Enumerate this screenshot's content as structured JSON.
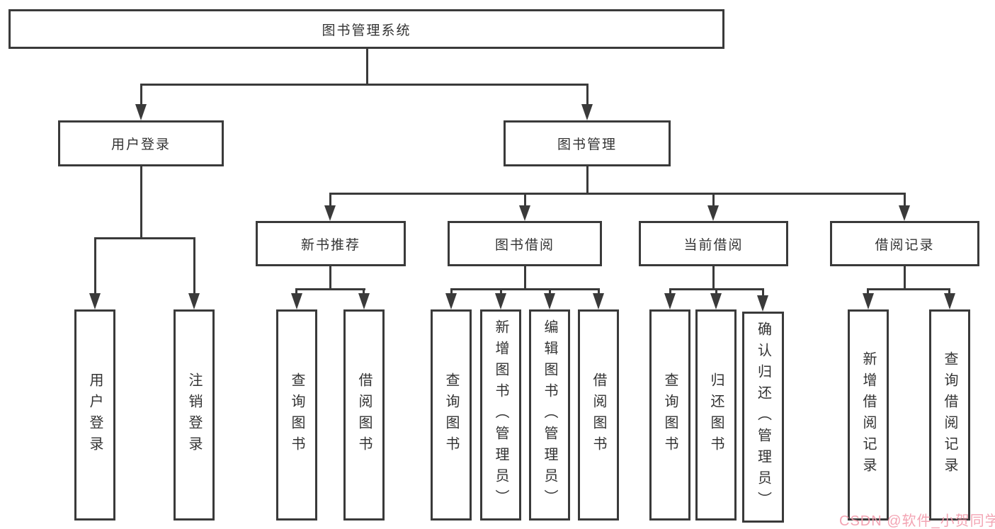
{
  "diagram": {
    "root": {
      "label": "图书管理系统"
    },
    "branches": [
      {
        "label": "用户登录",
        "children": [
          "用户登录",
          "注销登录"
        ]
      },
      {
        "label": "图书管理",
        "children": [
          {
            "label": "新书推荐",
            "children": [
              "查询图书",
              "借阅图书"
            ]
          },
          {
            "label": "图书借阅",
            "children": [
              "查询图书",
              "新增图书（管理员）",
              "编辑图书（管理员）",
              "借阅图书"
            ]
          },
          {
            "label": "当前借阅",
            "children": [
              "查询图书",
              "归还图书",
              "确认归还（管理员）"
            ]
          },
          {
            "label": "借阅记录",
            "children": [
              "新增借阅记录",
              "查询借阅记录"
            ]
          }
        ]
      }
    ],
    "watermark": "CSDN @软件_小贺同学",
    "colors": {
      "line": "#3a3a3a",
      "text": "#333333",
      "watermark": "#f29cad",
      "background": "#ffffff"
    }
  }
}
